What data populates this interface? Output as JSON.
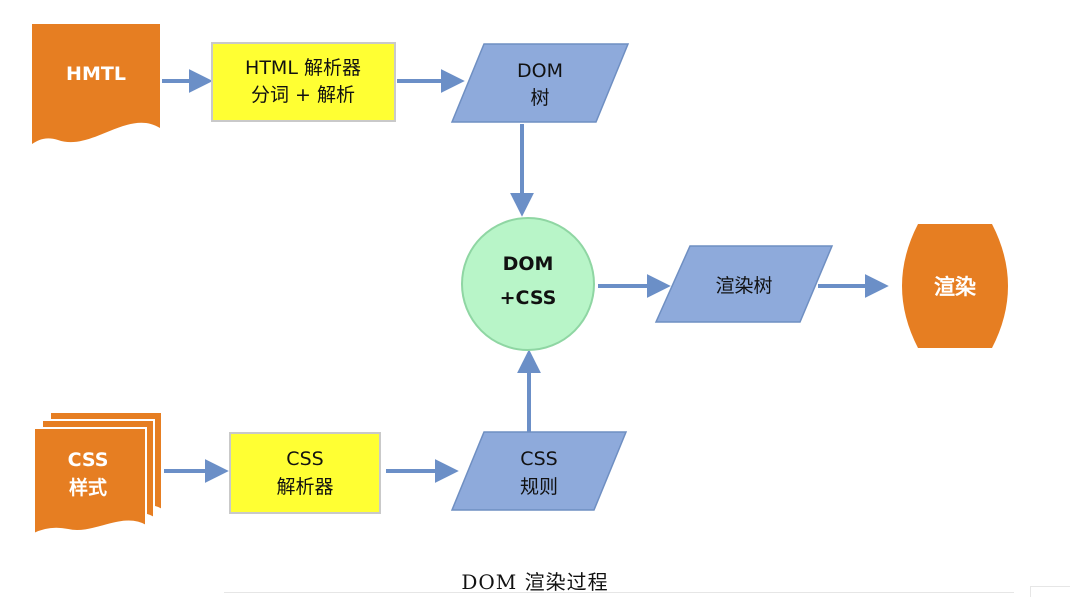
{
  "colors": {
    "orange": "#e67e22",
    "yellow": "#ffff33",
    "blue": "#8eaadb",
    "green": "#b8f5c8",
    "arrow": "#6b8fc7"
  },
  "nodes": {
    "html_doc": {
      "lines": [
        "HMTL"
      ]
    },
    "html_parser": {
      "lines": [
        "HTML 解析器",
        "分词 + 解析"
      ]
    },
    "dom_tree": {
      "lines": [
        "DOM",
        "树"
      ]
    },
    "dom_css": {
      "lines": [
        "DOM",
        "+CSS"
      ]
    },
    "render_tree": {
      "lines": [
        "渲染树"
      ]
    },
    "render": {
      "lines": [
        "渲染"
      ]
    },
    "css_doc": {
      "lines": [
        "CSS",
        "样式"
      ]
    },
    "css_parser": {
      "lines": [
        "CSS",
        "解析器"
      ]
    },
    "css_rules": {
      "lines": [
        "CSS",
        "规则"
      ]
    }
  },
  "caption": "DOM 渲染过程"
}
